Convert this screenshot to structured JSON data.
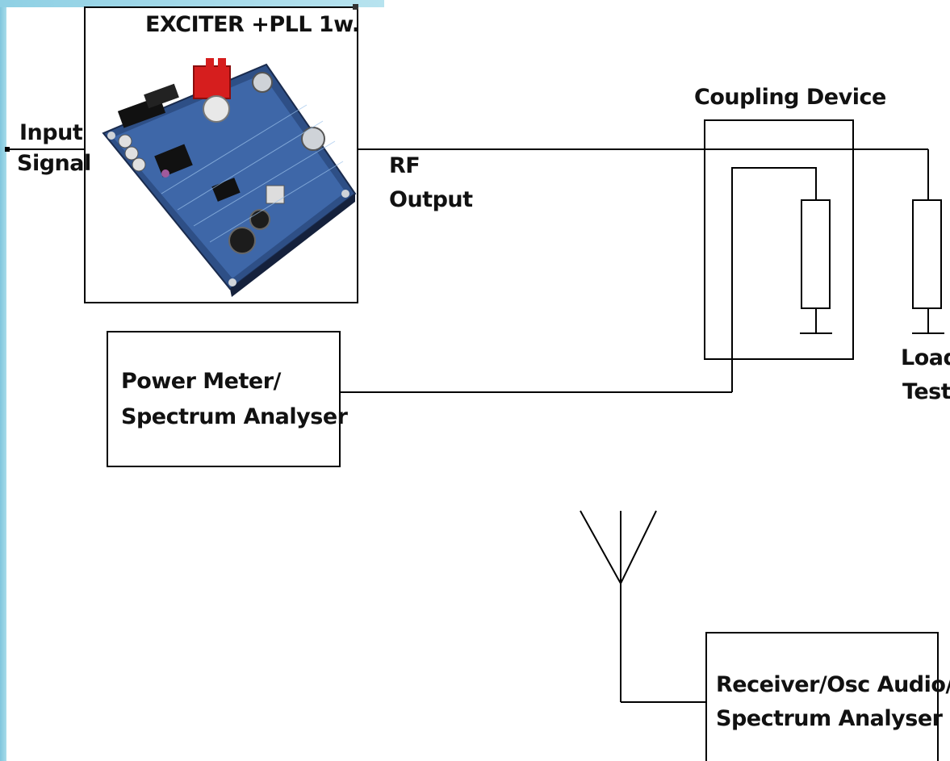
{
  "colors": {
    "line": "#000000",
    "background": "#ffffff",
    "sidebar": "#8fd0e4"
  },
  "labels": {
    "exciter_title": "EXCITER +PLL 1w.",
    "input_signal_1": "Input",
    "input_signal_2": "Signal",
    "rf_output_1": "RF",
    "rf_output_2": "Output",
    "coupling_device": "Coupling Device",
    "load_test_1": "Load",
    "load_test_2": "Test",
    "power_meter_1": "Power Meter/",
    "power_meter_2": "Spectrum Analyser",
    "receiver_1": "Receiver/Osc Audio/",
    "receiver_2": "Spectrum Analyser"
  },
  "icons": {
    "board": "pcb-board-icon",
    "antenna": "antenna-icon",
    "ground": "ground-icon",
    "resistor": "resistor-icon"
  }
}
